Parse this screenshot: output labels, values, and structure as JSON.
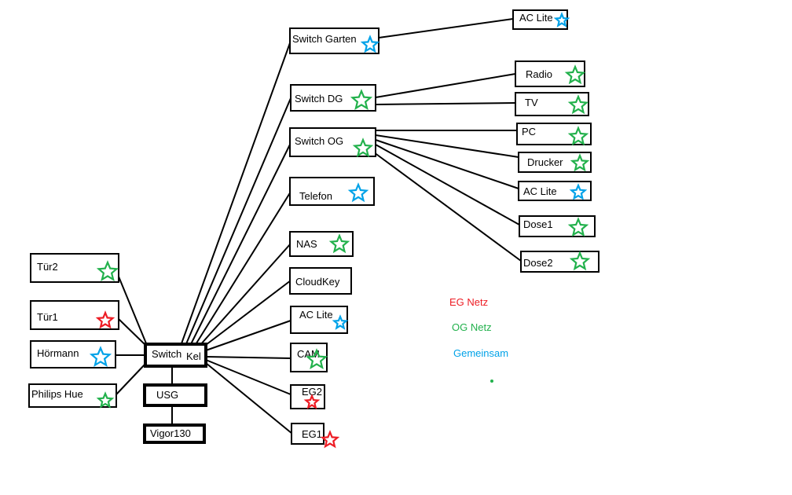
{
  "colors": {
    "eg": "#ed1c24",
    "og": "#22b14c",
    "gemeinsam": "#00a2e8",
    "line": "#000000"
  },
  "nodes": {
    "switch_keller": "Switch",
    "switch_keller_suffix": "Kel",
    "usg": "USG",
    "vigor": "Vigor130",
    "tuer2": "Tür2",
    "tuer1": "Tür1",
    "hoermann": "Hörmann",
    "philips_hue": "Philips Hue",
    "switch_garten": "Switch Garten",
    "switch_dg": "Switch DG",
    "switch_og": "Switch OG",
    "telefon": "Telefon",
    "nas": "NAS",
    "cloudkey": "CloudKey",
    "ac_lite_keller": "AC Lite",
    "cam": "CAM",
    "eg2": "EG2",
    "eg1": "EG1",
    "ac_lite_garten": "AC Lite",
    "radio": "Radio",
    "tv": "TV",
    "pc": "PC",
    "drucker": "Drucker",
    "ac_lite_og": "AC Lite",
    "dose1": "Dose1",
    "dose2": "Dose2"
  },
  "node_net": {
    "tuer2": "og",
    "tuer1": "eg",
    "hoermann": "gemeinsam",
    "philips_hue": "og",
    "switch_garten": "gemeinsam",
    "switch_dg": "og",
    "switch_og": "og",
    "telefon": "gemeinsam",
    "nas": "og",
    "ac_lite_keller": "gemeinsam",
    "cam": "og",
    "eg2": "eg",
    "eg1": "eg",
    "ac_lite_garten": "gemeinsam",
    "radio": "og",
    "tv": "og",
    "pc": "og",
    "drucker": "og",
    "ac_lite_og": "gemeinsam",
    "dose1": "og",
    "dose2": "og"
  },
  "legend": {
    "eg": "EG Netz",
    "og": "OG Netz",
    "gemeinsam": "Gemeinsam"
  }
}
